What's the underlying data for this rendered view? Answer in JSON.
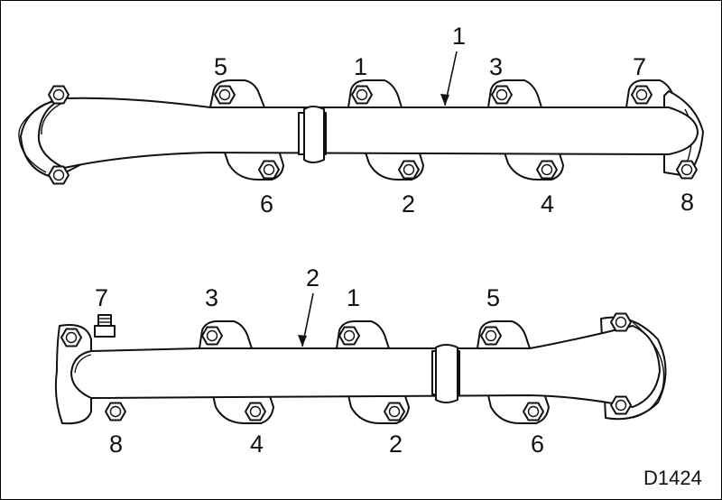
{
  "figure_code": "D1424",
  "manifold_a": {
    "part_number": "1",
    "bolts_top": [
      "5",
      "1",
      "3",
      "7"
    ],
    "bolts_bottom": [
      "6",
      "2",
      "4",
      "8"
    ]
  },
  "manifold_b": {
    "part_number": "2",
    "bolts_top": [
      "7",
      "3",
      "1",
      "5"
    ],
    "bolts_bottom": [
      "8",
      "4",
      "2",
      "6"
    ]
  }
}
